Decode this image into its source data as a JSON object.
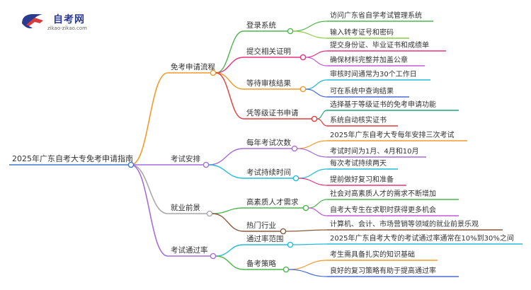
{
  "logo": {
    "name": "自考网",
    "url": "zikao-zikao.com"
  },
  "root": "2025年广东自考大专免考申请指南",
  "branches": [
    {
      "label": "免考申请流程",
      "color": "#f39a2b",
      "children": [
        {
          "label": "登录系统",
          "color": "#4cb84c",
          "leaves": [
            {
              "label": "访问广东省自学考试管理系统",
              "color": "#4cb84c"
            },
            {
              "label": "输入转考证号和密码",
              "color": "#8acd3f"
            }
          ]
        },
        {
          "label": "提交相关证明",
          "color": "#e9337c",
          "leaves": [
            {
              "label": "提交身份证、毕业证书和成绩单",
              "color": "#e9337c"
            },
            {
              "label": "确保材料完整并加盖公章",
              "color": "#c25bd6"
            }
          ]
        },
        {
          "label": "等待审核结果",
          "color": "#f39a2b",
          "leaves": [
            {
              "label": "审核时间通常为30个工作日",
              "color": "#23bcd6"
            },
            {
              "label": "可在系统中查询结果",
              "color": "#4b6cd6"
            }
          ]
        },
        {
          "label": "凭等级证书申请",
          "color": "#e23c3c",
          "leaves": [
            {
              "label": "选择基于等级证书的免考申请功能",
              "color": "#1aa67a"
            },
            {
              "label": "系统自动核实证书",
              "color": "#e23c3c"
            }
          ]
        }
      ]
    },
    {
      "label": "考试安排",
      "color": "#a86cd9",
      "children": [
        {
          "label": "每年考试次数",
          "color": "#a86cd9",
          "leaves": [
            {
              "label": "2025年广东自考大专每年安排三次考试",
              "color": "#f39a2b"
            },
            {
              "label": "考试时间为1月、4月和10月",
              "color": "#a86cd9"
            }
          ]
        },
        {
          "label": "考试持续时间",
          "color": "#23bcd6",
          "leaves": [
            {
              "label": "每次考试持续两天",
              "color": "#23bcd6"
            },
            {
              "label": "提前做好复习和准备",
              "color": "#e9337c"
            }
          ]
        }
      ]
    },
    {
      "label": "就业前景",
      "color": "#a8a8a8",
      "children": [
        {
          "label": "高素质人才需求",
          "color": "#4cb84c",
          "leaves": [
            {
              "label": "社会对高素质人才的需求不断增加",
              "color": "#4cb84c"
            },
            {
              "label": "自考大专生在求职时获得更多机会",
              "color": "#c25bd6"
            }
          ]
        },
        {
          "label": "热门行业",
          "color": "#8b5a3c",
          "leaves": [
            {
              "label": "计算机、会计、市场营销等领域的就业前景乐观",
              "color": "#8b5a3c"
            }
          ]
        }
      ]
    },
    {
      "label": "考试通过率",
      "color": "#a86cd9",
      "children": [
        {
          "label": "通过率范围",
          "color": "#23bcd6",
          "leaves": [
            {
              "label": "2025年广东自考大专的考试通过率通常在10%到30%之间",
              "color": "#23bcd6"
            }
          ]
        },
        {
          "label": "备考策略",
          "color": "#4cb84c",
          "leaves": [
            {
              "label": "考生需具备扎实的知识基础",
              "color": "#f39a2b"
            },
            {
              "label": "良好的复习策略有助于提高通过率",
              "color": "#4b6cd6"
            }
          ]
        }
      ]
    }
  ],
  "colors": {
    "root_line": "#3a78c9",
    "background": "#ffffff",
    "text": "#333333",
    "logo_blue": "#2b3a8f",
    "logo_red": "#d93a3a"
  }
}
